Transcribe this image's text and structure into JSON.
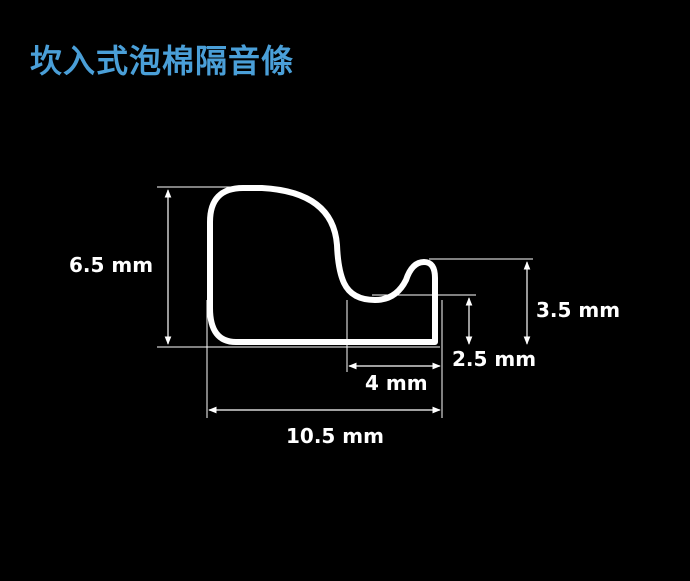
{
  "title": "坎入式泡棉隔音條",
  "colors": {
    "background": "#000000",
    "title": "#4a9fd8",
    "profile": "#ffffff",
    "dimension_lines": "#ffffff"
  },
  "dimensions": {
    "height_total": "6.5 mm",
    "height_hook": "3.5 mm",
    "height_lip": "2.5 mm",
    "width_hook": "4 mm",
    "width_total": "10.5 mm"
  }
}
